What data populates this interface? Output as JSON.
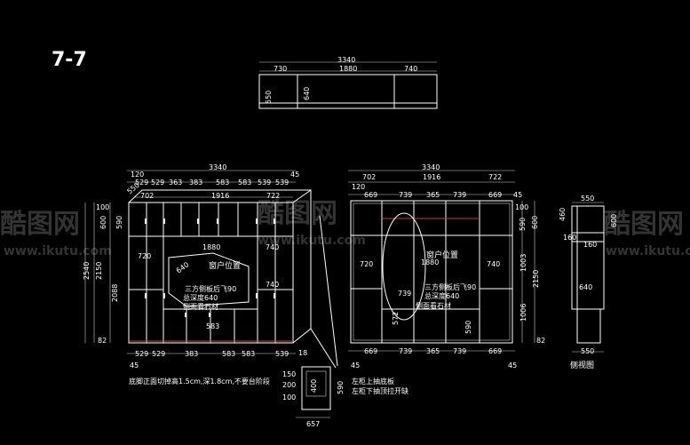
{
  "section_title": "7-7",
  "watermark": {
    "brand": "酷图网",
    "url": "www.ikutu.com"
  },
  "top_view": {
    "total": "3340",
    "segments": [
      "730",
      "1880",
      "740"
    ],
    "depth_outer": "550",
    "depth_inner": "640"
  },
  "front_view": {
    "total_width": "3340",
    "left_offset": "120",
    "right_offset": "45",
    "corner_label": "550",
    "top_widths": [
      "702",
      "1916",
      "722"
    ],
    "column_widths_top": [
      "529",
      "529",
      "363",
      "383",
      "583",
      "583",
      "539",
      "539"
    ],
    "column_widths_bottom": [
      "529",
      "529",
      "383",
      "583",
      "583",
      "539"
    ],
    "left_height_total": "2540",
    "left_height_mid": "2150",
    "left_heights": [
      "100",
      "600",
      "590",
      "2088",
      "82"
    ],
    "window_width": "1880",
    "left_side": "720",
    "right_side": "740",
    "right_side_lower": "740",
    "inner_depth": "640",
    "lower_inner": "583",
    "window_label": "窗户位置",
    "notes": [
      "三方侧板后飞90",
      "总深度640",
      "侧面看石材"
    ],
    "bottom_offset_left": "45",
    "bottom_offset_right": "18",
    "footnote": "底脚正面切掉高1.5cm,深1.8cm,不要台阶段"
  },
  "right_view": {
    "total_width": "3340",
    "left_offset": "120",
    "right_offset": "45",
    "top_widths": [
      "702",
      "1916",
      "722"
    ],
    "columns": [
      "669",
      "739",
      "365",
      "739",
      "669"
    ],
    "right_heights": [
      "100",
      "600",
      "590",
      "1003",
      "2150",
      "1006",
      "82"
    ],
    "window_width": "1880",
    "left_side": "720",
    "right_side": "740",
    "lower_dims": [
      "739",
      "572",
      "590"
    ],
    "window_label": "窗户位置",
    "notes": [
      "三方侧板后飞90",
      "总深度640",
      "侧面看石材"
    ],
    "bottom_left": "45",
    "bottom_right": "45",
    "callouts": [
      "左柜上抽底板",
      "左柜下抽顶拉开缺"
    ]
  },
  "detail": {
    "dims": [
      "150",
      "200",
      "100",
      "657",
      "590",
      "400"
    ]
  },
  "side_view": {
    "title": "侧视图",
    "top_width": "550",
    "heights": [
      "460",
      "160",
      "160",
      "600"
    ],
    "mid_depth": "640",
    "bottom_width": "550"
  }
}
